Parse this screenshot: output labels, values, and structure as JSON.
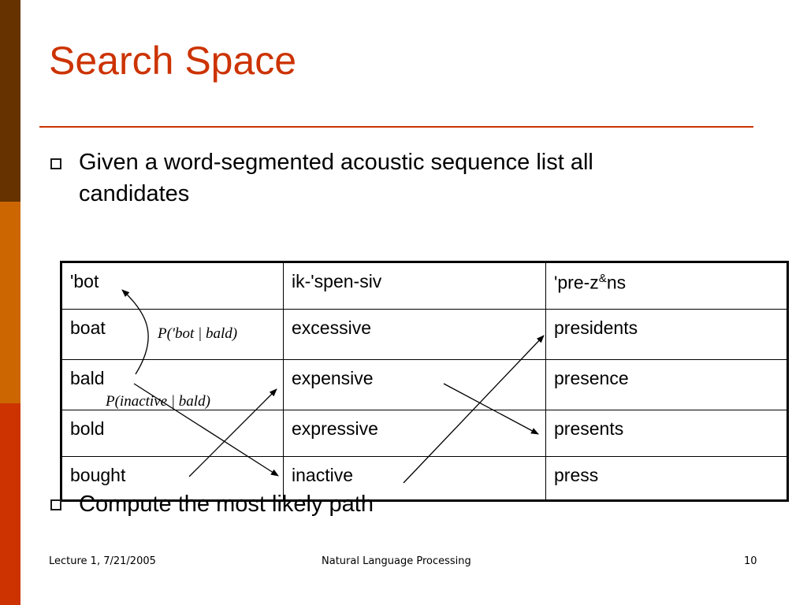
{
  "slide": {
    "title": "Search Space",
    "bullets": [
      "Given a word-segmented acoustic sequence list all candidates",
      "Compute the most likely path"
    ],
    "table": {
      "headers": [
        "'bot",
        "ik-'spen-siv",
        "'pre-z",
        "&",
        "ns"
      ],
      "rows": [
        [
          "boat",
          "excessive",
          "presidents"
        ],
        [
          "bald",
          "expensive",
          "presence"
        ],
        [
          "bold",
          "expressive",
          "presents"
        ],
        [
          "bought",
          "inactive",
          "press"
        ]
      ]
    },
    "annotations": {
      "p_bot_bald": "P('bot | bald)",
      "p_inactive_bald": "P(inactive | bald)"
    },
    "footer": {
      "left": "Lecture 1, 7/21/2005",
      "center": "Natural Language Processing",
      "page": "10"
    },
    "colors": {
      "title": "#CC3300",
      "bar_top": "#663300",
      "bar_mid": "#CC6600",
      "bar_bottom": "#CC3300"
    }
  }
}
